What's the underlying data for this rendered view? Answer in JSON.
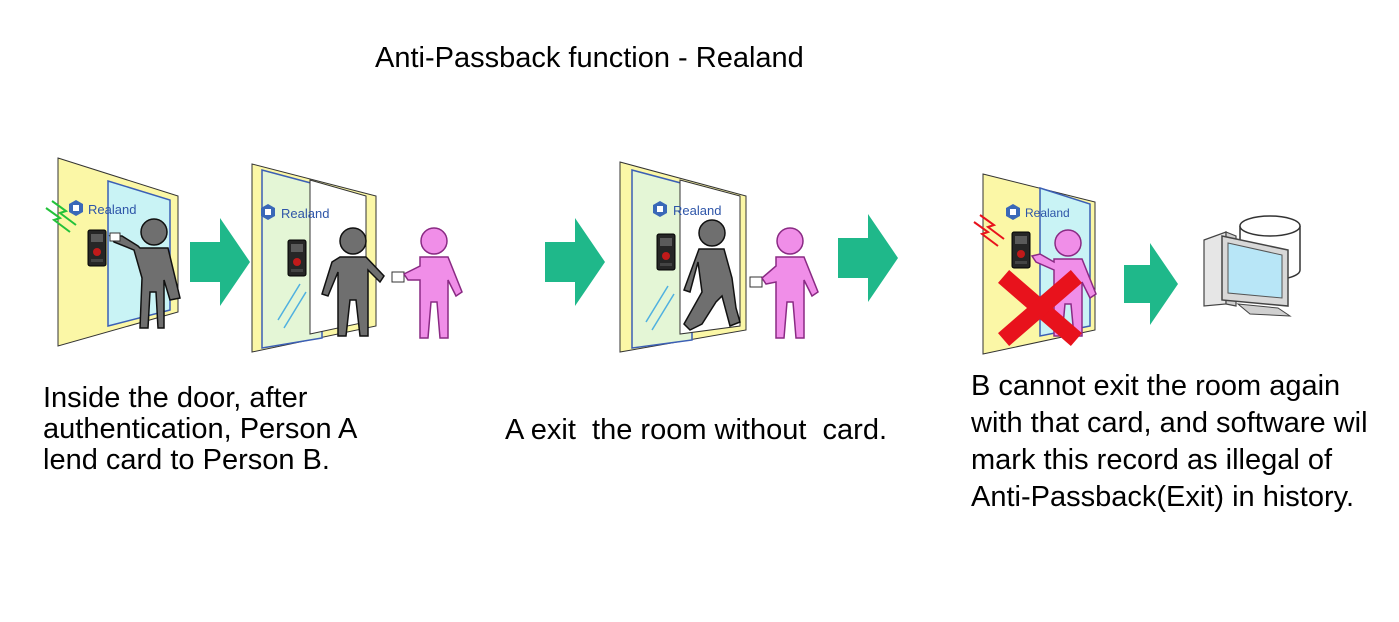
{
  "title": "Anti-Passback function - Realand",
  "brand": {
    "logo_text": "Realand"
  },
  "steps": [
    {
      "caption_lines": [
        "Inside the door, after",
        "authentication, Person A",
        "lend card to Person B."
      ]
    },
    {
      "caption_lines": [
        "A exit  the room without  card."
      ]
    },
    {
      "caption_lines": [
        "B cannot exit the room again",
        "with that card, and software wil",
        "mark this record as illegal of",
        "Anti-Passback(Exit) in history."
      ]
    }
  ],
  "colors": {
    "arrow": "#1fb88a",
    "wall": "#fbf7a6",
    "glass": "#c9f3f5",
    "person_a": "#6f6f6f",
    "person_b": "#f08ee8",
    "reject": "#e8121c"
  },
  "icons": [
    "realand-logo-icon",
    "fingerprint-reader-icon",
    "person-icon",
    "arrow-right-icon",
    "reject-x-icon",
    "computer-icon",
    "database-icon",
    "signal-icon"
  ]
}
